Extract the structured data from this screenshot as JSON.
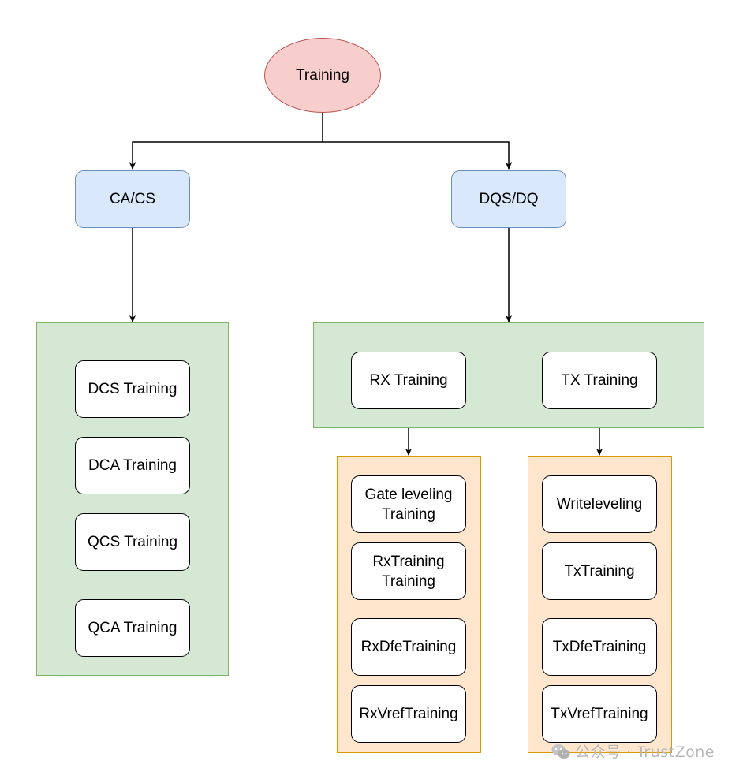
{
  "root": {
    "label": "Training"
  },
  "branches": {
    "left": {
      "label": "CA/CS"
    },
    "right": {
      "label": "DQS/DQ"
    }
  },
  "ca_cs_group": {
    "items": [
      "DCS Training",
      "DCA Training",
      "QCS Training",
      "QCA Training"
    ]
  },
  "dqs_dq_group": {
    "rx": {
      "label": "RX Training"
    },
    "tx": {
      "label": "TX Training"
    }
  },
  "rx_group": {
    "items": [
      "Gate leveling\nTraining",
      "RxTraining\nTraining",
      "RxDfeTraining",
      "RxVrefTraining"
    ]
  },
  "tx_group": {
    "items": [
      "Writeleveling",
      "TxTraining",
      "TxDfeTraining",
      "TxVrefTraining"
    ]
  },
  "watermark": {
    "text": "公众号 · TrustZone",
    "icon": "wechat-icon"
  },
  "colors": {
    "root_fill": "#f8cecc",
    "branch_fill": "#dae8fc",
    "group_green": "#d5e8d4",
    "group_orange": "#ffe6cc"
  }
}
